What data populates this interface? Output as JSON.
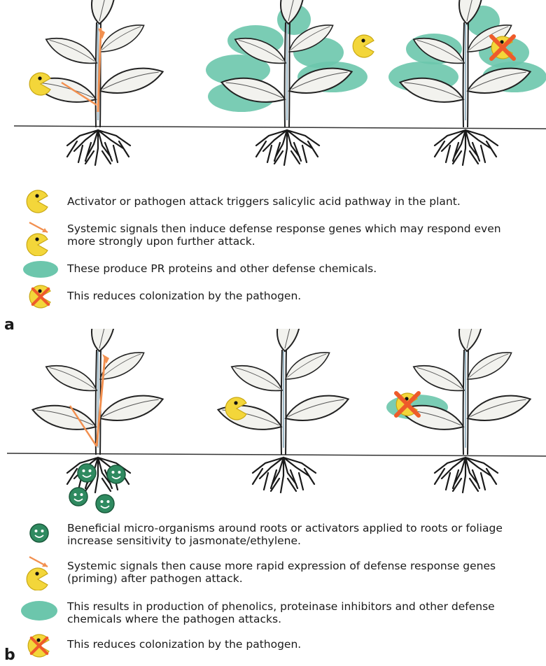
{
  "colors": {
    "leaf_fill": "#f2f2ee",
    "leaf_outline": "#222222",
    "defense_zone": "#6cc6ac",
    "pathogen": "#f3d63a",
    "signal_arrow": "#f29050",
    "microbe": "#2f8a60",
    "block_x": "#ee5b2a"
  },
  "icons": {
    "pathogen": "pacman-pathogen-icon",
    "signal": "orange-arrow-icon",
    "defense": "green-ellipse-icon",
    "blocked": "red-x-icon",
    "microbe": "smiley-microbe-icon"
  },
  "panel_a": {
    "label": "a",
    "legend": [
      "Activator or pathogen attack triggers salicylic acid pathway in the plant.",
      "Systemic signals then induce defense response genes which may respond even more strongly upon further attack.",
      "These produce PR proteins and other defense chemicals.",
      "This reduces colonization by the pathogen."
    ]
  },
  "panel_b": {
    "label": "b",
    "legend": [
      "Beneficial micro-organisms around roots or activators applied to roots or foliage increase sensitivity to jasmonate/ethylene.",
      "Systemic signals then cause more rapid expression of defense response genes (priming) after pathogen attack.",
      "This results in production of phenolics, proteinase inhibitors and other defense chemicals where the pathogen attacks.",
      "This reduces colonization by the pathogen."
    ]
  }
}
